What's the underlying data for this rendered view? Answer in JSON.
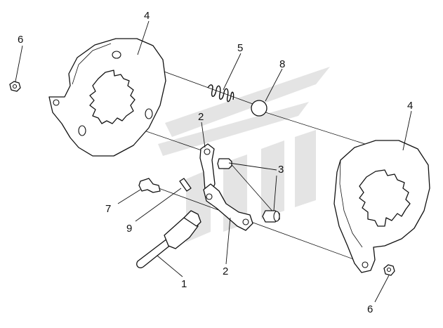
{
  "diagram": {
    "callouts": {
      "part_1": "1",
      "part_2_upper": "2",
      "part_2_lower": "2",
      "part_3": "3",
      "part_4_left": "4",
      "part_4_right": "4",
      "part_5": "5",
      "part_6_left": "6",
      "part_6_right": "6",
      "part_7": "7",
      "part_8": "8",
      "part_9": "9"
    },
    "colors": {
      "line": "#111111",
      "background": "#ffffff",
      "watermark": "#e4e4e4"
    }
  }
}
